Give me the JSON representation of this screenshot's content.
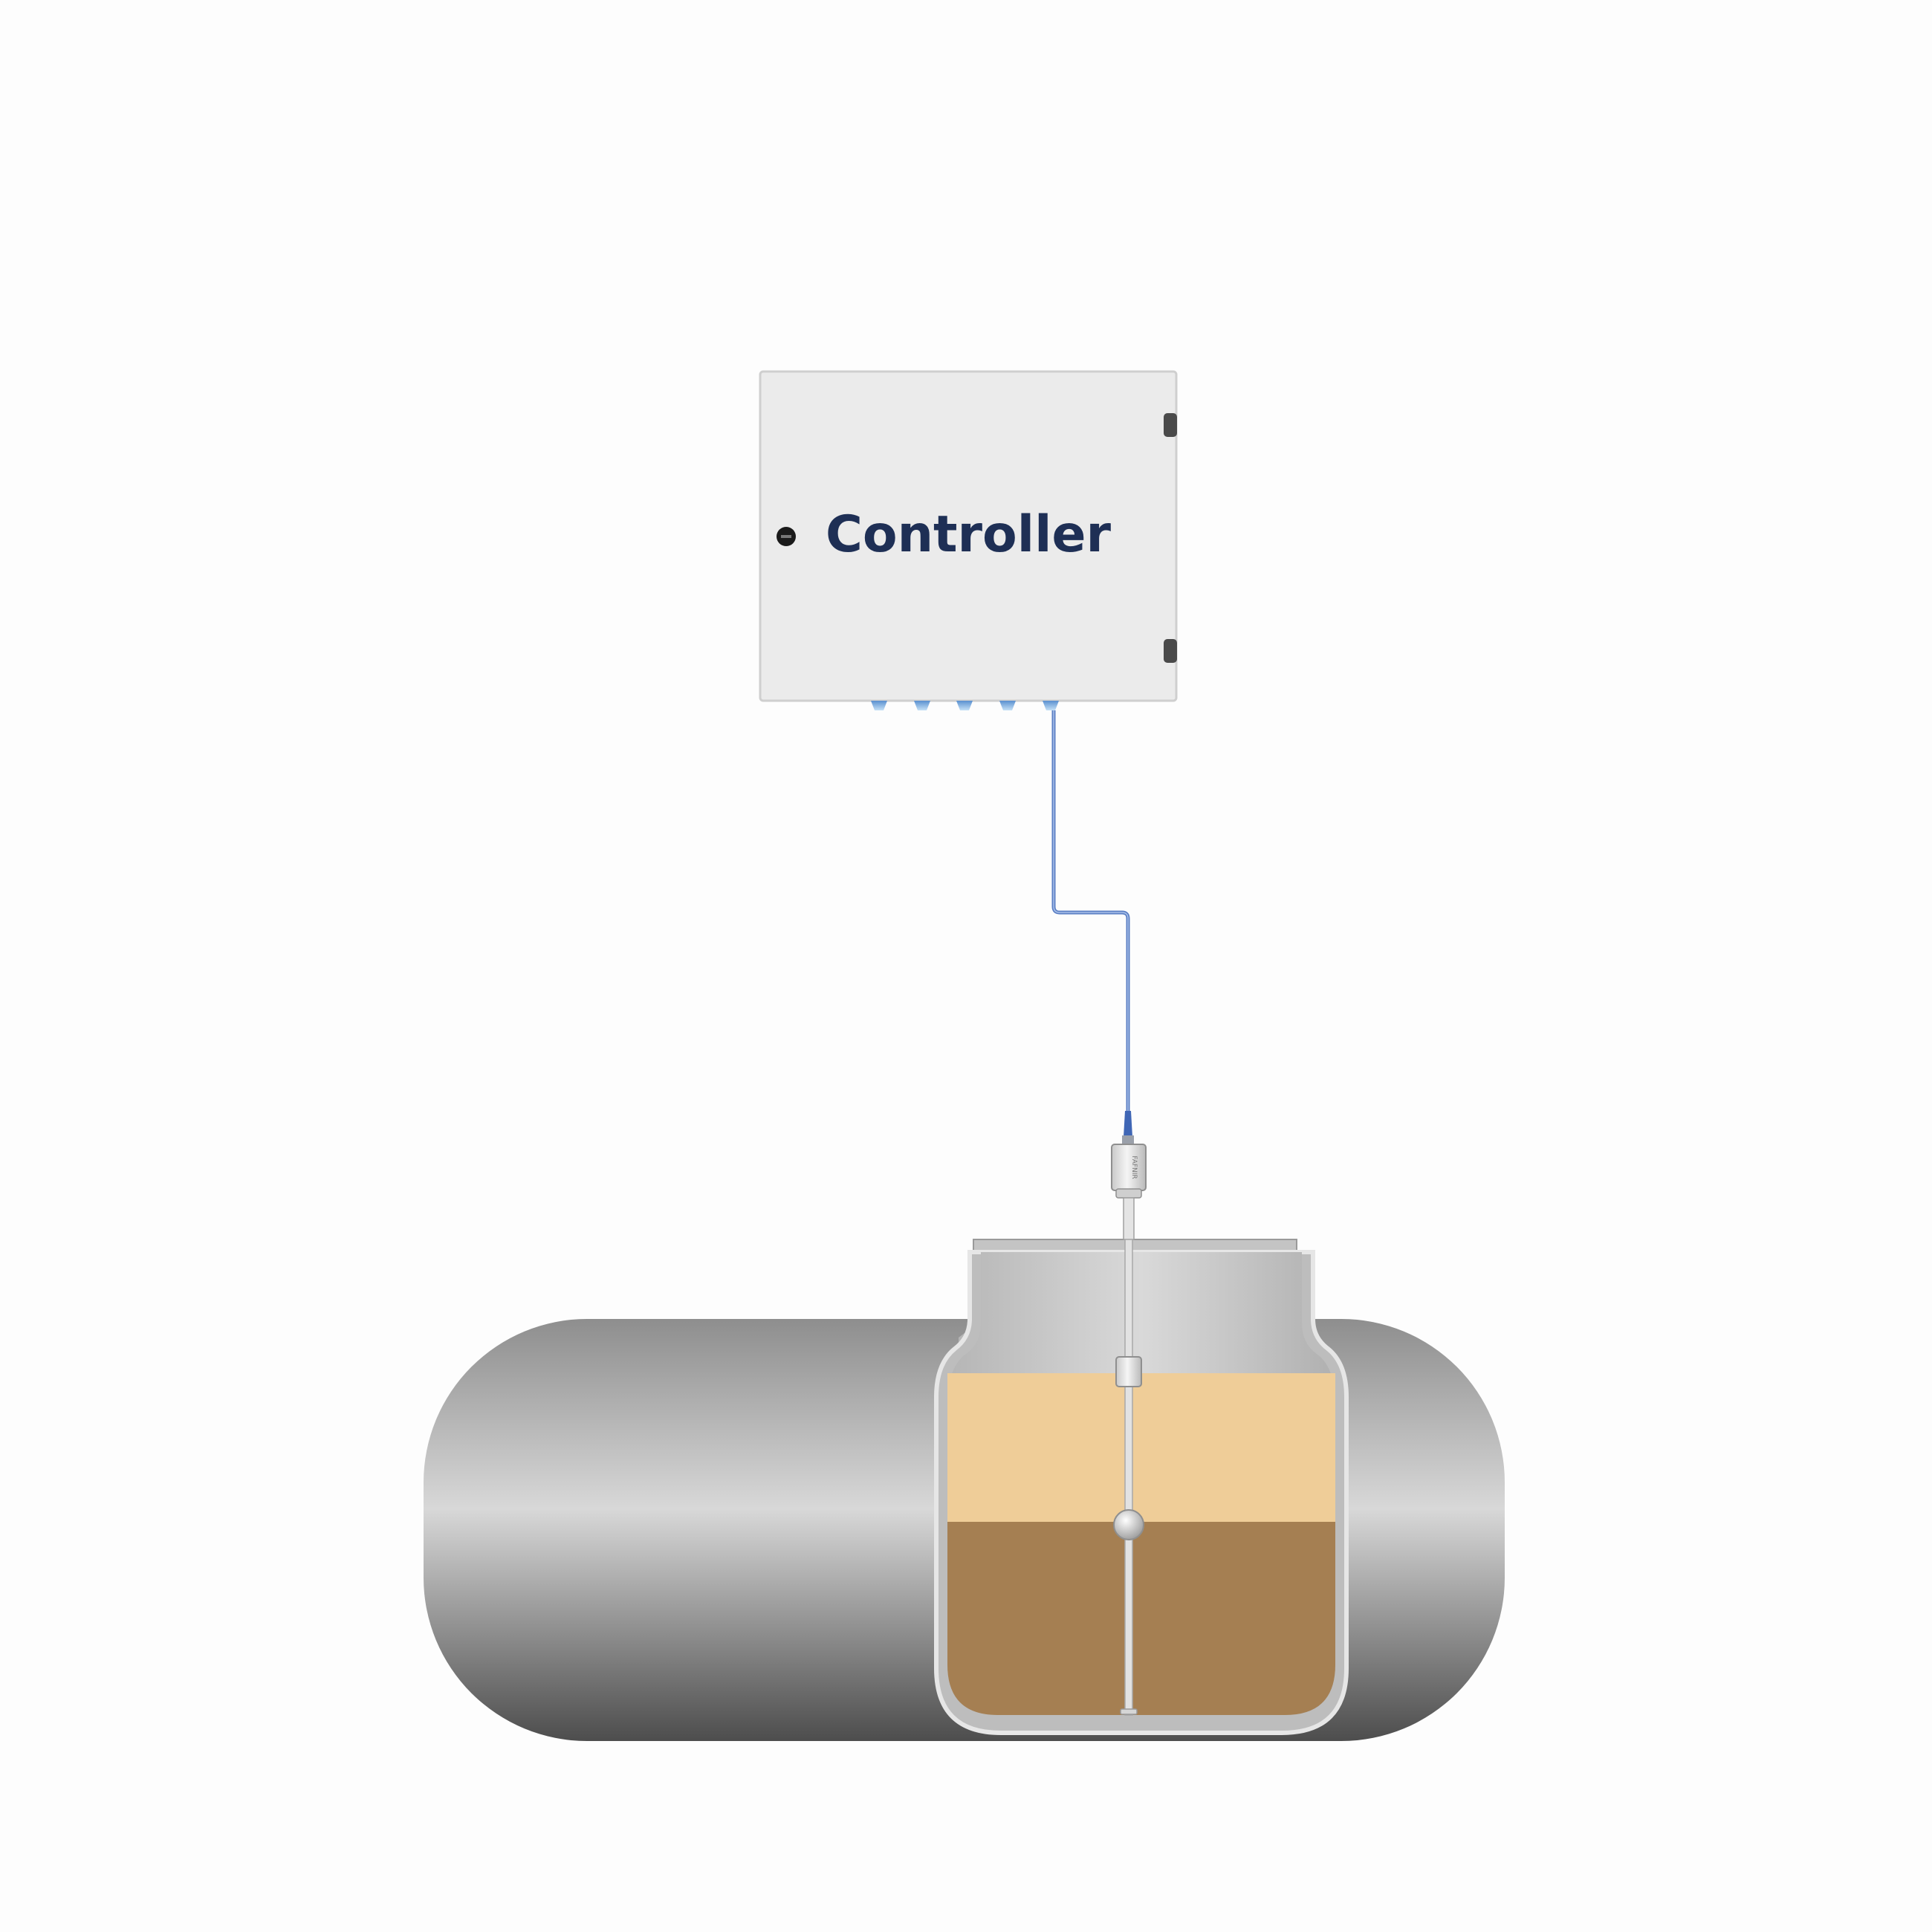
{
  "controller": {
    "label": "Controller",
    "label_color": "#1e2f55",
    "body_color": "#ebebeb"
  },
  "probe": {
    "brand": "FAFNIR",
    "cable_color": "#5b7fc4"
  },
  "tank": {
    "shell_color": "#a8a8a8",
    "upper_liquid_level": 0.93,
    "interface_level": 0.54,
    "upper_liquid_color": "#efcd98",
    "lower_liquid_color": "#a57f52"
  },
  "icons": {
    "door_lock": "lock-icon",
    "hinges": "hinge-icon"
  }
}
